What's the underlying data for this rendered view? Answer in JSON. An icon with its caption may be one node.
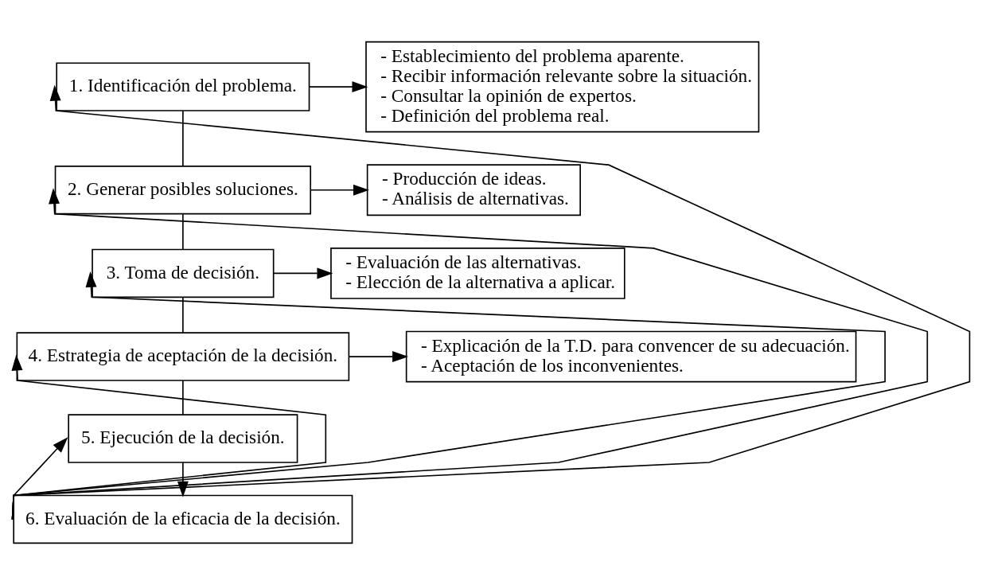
{
  "diagram": {
    "nodes": [
      {
        "text": [
          "1. Identificación del problema."
        ]
      },
      {
        "text": [
          "2. Generar posibles soluciones."
        ]
      },
      {
        "text": [
          "3. Toma de decisión."
        ]
      },
      {
        "text": [
          "4. Estrategia de aceptación de la decisión."
        ]
      },
      {
        "text": [
          "5. Ejecución de la decisión."
        ]
      },
      {
        "text": [
          "6. Evaluación de la eficacia de la decisión."
        ]
      },
      {
        "text": [
          "- Establecimiento del problema aparente.",
          "- Recibir información relevante sobre la situación.",
          "- Consultar la opinión de expertos.",
          "- Definición del problema real."
        ]
      },
      {
        "text": [
          "- Producción de ideas.",
          "- Análisis de alternativas."
        ]
      },
      {
        "text": [
          "- Evaluación de las alternativas.",
          "- Elección de la alternativa a aplicar."
        ]
      },
      {
        "text": [
          "- Explicación de la T.D. para convencer de su adecuación.",
          "- Aceptación de los inconvenientes."
        ]
      }
    ],
    "edges": [
      {
        "from": 0,
        "to": 1,
        "arrow": "none"
      },
      {
        "from": 1,
        "to": 2,
        "arrow": "none"
      },
      {
        "from": 2,
        "to": 3,
        "arrow": "none"
      },
      {
        "from": 3,
        "to": 4,
        "arrow": "none"
      },
      {
        "from": 4,
        "to": 5,
        "arrow": "to"
      },
      {
        "from": 5,
        "to": 0,
        "arrow": "to"
      },
      {
        "from": 5,
        "to": 1,
        "arrow": "to"
      },
      {
        "from": 5,
        "to": 2,
        "arrow": "to"
      },
      {
        "from": 5,
        "to": 3,
        "arrow": "to"
      },
      {
        "from": 5,
        "to": 4,
        "arrow": "to"
      },
      {
        "from": 0,
        "to": 6,
        "arrow": "to"
      },
      {
        "from": 1,
        "to": 7,
        "arrow": "to"
      },
      {
        "from": 2,
        "to": 8,
        "arrow": "to"
      },
      {
        "from": 3,
        "to": 9,
        "arrow": "to"
      }
    ]
  }
}
